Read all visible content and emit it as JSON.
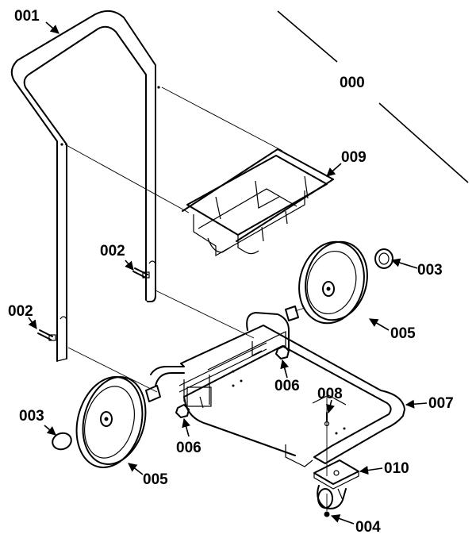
{
  "labels": {
    "assembly": "000",
    "frame_handle": "001",
    "bolt_left": "002",
    "bolt_right": "002",
    "cap_left": "003",
    "cap_right": "003",
    "nut": "004",
    "wheel_left": "005",
    "wheel_right": "005",
    "nut_left": "006",
    "nut_right": "006",
    "screw": "008",
    "base_frame": "007",
    "basket": "009",
    "caster_plate": "010"
  }
}
